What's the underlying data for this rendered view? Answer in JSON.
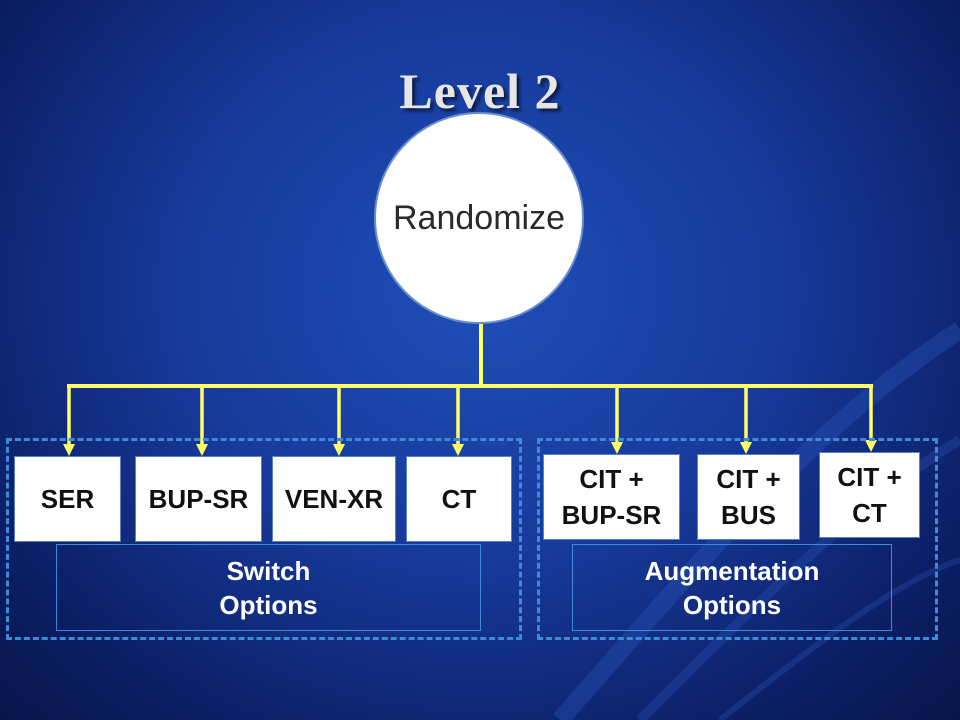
{
  "title": "Level 2",
  "root": {
    "label": "Randomize"
  },
  "groups": {
    "switch": {
      "label_line1": "Switch",
      "label_line2": "Options"
    },
    "augmentation": {
      "label_line1": "Augmentation",
      "label_line2": "Options"
    }
  },
  "options": {
    "ser": "SER",
    "bup_sr": "BUP-SR",
    "ven_xr": "VEN-XR",
    "ct": "CT",
    "cit_bup_sr": {
      "line1": "CIT +",
      "line2": "BUP-SR"
    },
    "cit_bus": {
      "line1": "CIT +",
      "line2": "BUS"
    },
    "cit_ct": {
      "line1": "CIT +",
      "line2": "CT"
    }
  },
  "colors": {
    "background": "#17399a",
    "connector": "#ffff66",
    "dashed_border": "#3d8ad6",
    "box_fill": "#ffffff"
  }
}
